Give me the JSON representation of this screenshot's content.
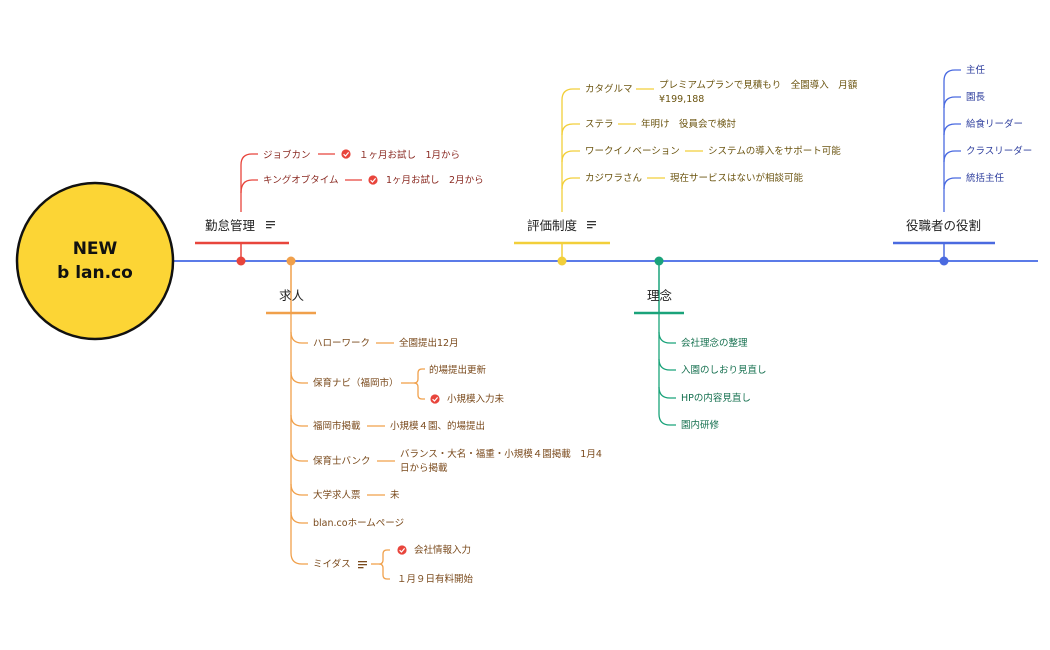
{
  "center": {
    "line1": "NEW",
    "line2": "b lan.co"
  },
  "colors": {
    "timeline": "#5b7be8",
    "red": "#e8453c",
    "orange": "#f0a04b",
    "yellow": "#f2cf3a",
    "green": "#1aa37a",
    "blue": "#4a6ae0",
    "text_red": "#8a2a22",
    "text_orange": "#7a4a1c",
    "text_yellow": "#6b5410",
    "text_green": "#15704f",
    "text_blue": "#2f3f9e",
    "center_fill": "#fcd535"
  },
  "topics": {
    "kintai": {
      "title": "勤怠管理",
      "items": [
        {
          "label": "ジョブカン",
          "child": "１ヶ月お試し　1月から"
        },
        {
          "label": "キングオブタイム",
          "child": "1ヶ月お試し　2月から"
        }
      ]
    },
    "kyujin": {
      "title": "求人",
      "items": [
        {
          "label": "ハローワーク",
          "child": "全園提出12月"
        },
        {
          "label": "保育ナビ（福岡市）",
          "children": [
            "的場提出更新",
            "小規模入力未"
          ]
        },
        {
          "label": "福岡市掲載",
          "child": "小規模４園、的場提出"
        },
        {
          "label": "保育士バンク",
          "child_lines": [
            "バランス・大名・福重・小規模４園掲載　1月4",
            "日から掲載"
          ]
        },
        {
          "label": "大学求人票",
          "child": "未"
        },
        {
          "label": "blan.coホームページ"
        },
        {
          "label": "ミイダス",
          "children": [
            "会社情報入力",
            "１月９日有料開始"
          ]
        }
      ]
    },
    "hyoka": {
      "title": "評価制度",
      "items": [
        {
          "label": "カタグルマ",
          "child_lines": [
            "プレミアムプランで見積もり　全園導入　月額",
            "¥199,188"
          ]
        },
        {
          "label": "ステラ",
          "child": "年明け　役員会で検討"
        },
        {
          "label": "ワークイノベーション",
          "child": "システムの導入をサポート可能"
        },
        {
          "label": "カジワラさん",
          "child": "現在サービスはないが相談可能"
        }
      ]
    },
    "rinen": {
      "title": "理念",
      "items": [
        {
          "label": "会社理念の整理"
        },
        {
          "label": "入園のしおり見直し"
        },
        {
          "label": "HPの内容見直し"
        },
        {
          "label": "園内研修"
        }
      ]
    },
    "yakushoku": {
      "title": "役職者の役割",
      "items": [
        {
          "label": "主任"
        },
        {
          "label": "園長"
        },
        {
          "label": "給食リーダー"
        },
        {
          "label": "クラスリーダー"
        },
        {
          "label": "統括主任"
        }
      ]
    }
  }
}
